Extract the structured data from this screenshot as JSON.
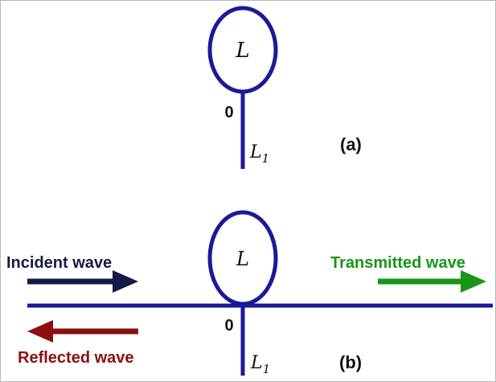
{
  "panel_a": {
    "loop_label": "L",
    "node_label": "0",
    "stub_label_main": "L",
    "stub_label_sub": "1",
    "caption": "(a)"
  },
  "panel_b": {
    "loop_label": "L",
    "node_label": "0",
    "stub_label_main": "L",
    "stub_label_sub": "1",
    "caption": "(b)",
    "incident_label": "Incident wave",
    "transmitted_label": "Transmitted wave",
    "reflected_label": "Reflected wave"
  },
  "colors": {
    "line": "#1a1a99",
    "incident": "#141a45",
    "transmitted": "#179617",
    "reflected": "#8a1010",
    "text": "#111111"
  }
}
